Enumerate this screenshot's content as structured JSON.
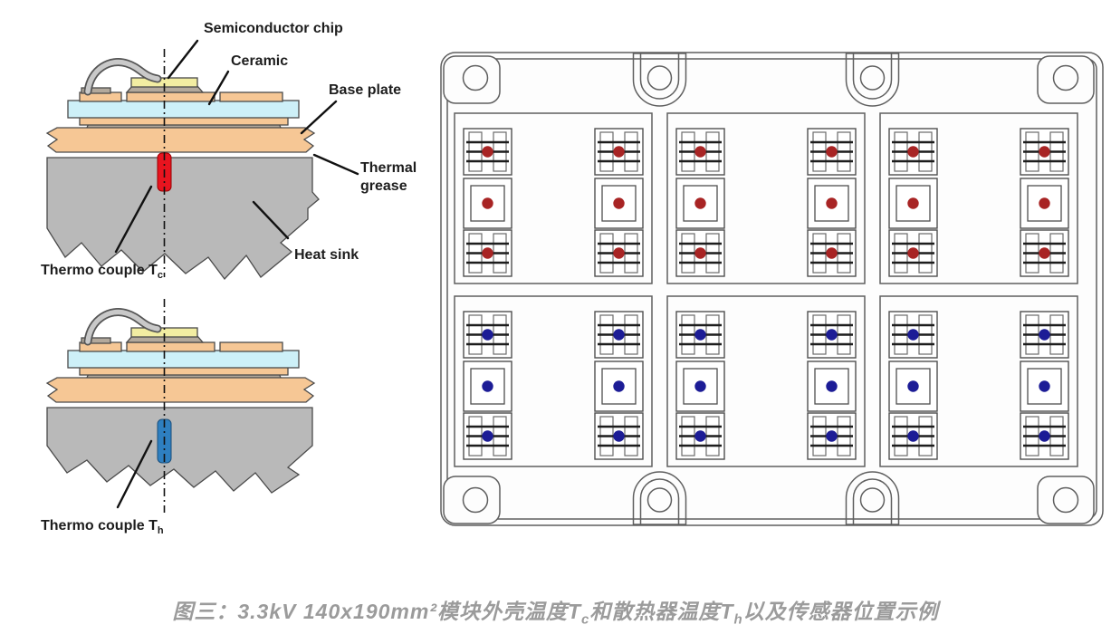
{
  "left_panel": {
    "labels": {
      "semiconductor_chip": "Semiconductor chip",
      "ceramic": "Ceramic",
      "base_plate": "Base plate",
      "thermal_grease_line1": "Thermal",
      "thermal_grease_line2": "grease",
      "heat_sink": "Heat sink",
      "thermo_couple_c_text": "Thermo couple T",
      "thermo_couple_c_sub": "c",
      "thermo_couple_h_text": "Thermo couple T",
      "thermo_couple_h_sub": "h"
    },
    "colors": {
      "chip": "#f2eda2",
      "ceramic": "#cdf0f8",
      "copper": "#f6c795",
      "solder": "#b3a99c",
      "base_plate": "#f6c795",
      "heat_sink": "#b9b9b9",
      "bond_wire": "#c9c9c9",
      "thermocouple_tc": "#e8141f",
      "thermocouple_th": "#2e7fc0"
    }
  },
  "module": {
    "description": "IGBT module top view with temperature sensor positions",
    "grid": {
      "rows": 2,
      "cols": 3
    },
    "rows": [
      {
        "id": "top-half",
        "sensor": "Tc",
        "dot_color": "#a82424"
      },
      {
        "id": "bottom-half",
        "sensor": "Th",
        "dot_color": "#1c1c96"
      }
    ],
    "chip_columns_per_section": 2,
    "chips_per_column": [
      "igbt",
      "diode",
      "igbt"
    ]
  },
  "caption": {
    "part1": "图三：3.3kV 140x190mm²模块外壳温度T",
    "sub1": "c",
    "part2": "和散热器温度T",
    "sub2": "h",
    "part3": "以及传感器位置示例"
  }
}
